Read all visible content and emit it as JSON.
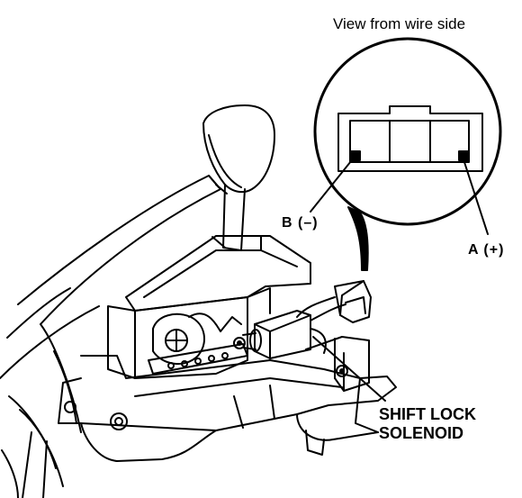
{
  "labels": {
    "view_caption": "View from wire side",
    "pin_b": "B (–)",
    "pin_a": "A (+)",
    "solenoid_line1": "SHIFT LOCK",
    "solenoid_line2": "SOLENOID"
  },
  "colors": {
    "ink": "#000000",
    "paper": "#ffffff"
  }
}
